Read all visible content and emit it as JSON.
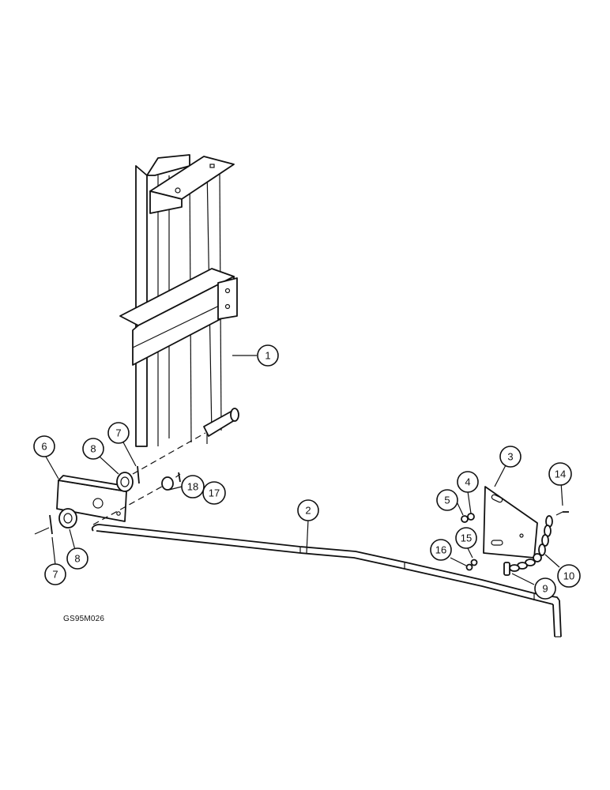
{
  "figure_code": "GS95M026",
  "callouts": [
    {
      "label": "1",
      "part": "upright-frame"
    },
    {
      "label": "2",
      "part": "rod"
    },
    {
      "label": "3",
      "part": "triangle-plate"
    },
    {
      "label": "4",
      "part": "nut"
    },
    {
      "label": "5",
      "part": "washer"
    },
    {
      "label": "6",
      "part": "bracket"
    },
    {
      "label": "7",
      "part": "cotter-pin-upper"
    },
    {
      "label": "7",
      "part": "cotter-pin-lower"
    },
    {
      "label": "8",
      "part": "washer-upper"
    },
    {
      "label": "8",
      "part": "washer-lower"
    },
    {
      "label": "9",
      "part": "chain-link"
    },
    {
      "label": "10",
      "part": "chain"
    },
    {
      "label": "14",
      "part": "bolt"
    },
    {
      "label": "15",
      "part": "nut"
    },
    {
      "label": "16",
      "part": "washer"
    },
    {
      "label": "17",
      "part": "pin"
    },
    {
      "label": "18",
      "part": "washer"
    }
  ]
}
